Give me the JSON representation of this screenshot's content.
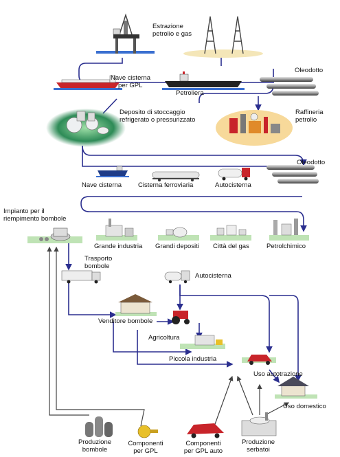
{
  "labels": {
    "estrazione": [
      "Estrazione",
      "petrolio e gas"
    ],
    "nave_cisterna_gpl": [
      "Nave cisterna",
      "per GPL"
    ],
    "petroliera": "Petroliera",
    "oleodotto_1": "Oleodotto",
    "deposito": [
      "Deposito di stoccaggio",
      "refrigerato o pressurizzato"
    ],
    "raffineria": [
      "Raffineria",
      "petrolio"
    ],
    "oleodotto_2": "Oleodotto",
    "nave_cisterna": "Nave cisterna",
    "cisterna_ferroviaria": "Cisterna ferroviaria",
    "autocisterna_1": "Autocisterna",
    "impianto": [
      "Impianto per il",
      "riempimento bombole"
    ],
    "grande_industria": "Grande industria",
    "grandi_depositi": "Grandi depositi",
    "citta_gas": "Città del gas",
    "petrolchimico": "Petrolchimico",
    "trasporto": [
      "Trasporto",
      "bombole"
    ],
    "autocisterna_2": "Autocisterna",
    "venditore": "Venditore bombole",
    "agricoltura": "Agricoltura",
    "piccola_industria": "Piccola industria",
    "uso_autotrazione": "Uso autotrazione",
    "uso_domestico": "Uso domestico",
    "produzione_bombole": [
      "Produzione",
      "bombole"
    ],
    "componenti_gpl": [
      "Componenti",
      "per GPL"
    ],
    "componenti_auto": [
      "Componenti",
      "per GPL auto"
    ],
    "produzione_serbatoi": [
      "Produzione",
      "serbatoi"
    ]
  },
  "colors": {
    "flow_line": "#2b2f8f",
    "supply_line": "#444444",
    "sea": "#3a6fd0",
    "tank_green": "#2e8b57",
    "refinery_orange": "#e08a2a",
    "vehicle_red": "#c8242a"
  },
  "icons": [
    "offshore-platform-icon",
    "drilling-rig-icon",
    "lpg-tanker-ship-icon",
    "oil-tanker-ship-icon",
    "pipeline-icon",
    "storage-tanks-icon",
    "refinery-icon",
    "tanker-ship-icon",
    "rail-tank-car-icon",
    "tanker-truck-icon",
    "bottling-plant-icon",
    "factory-icon",
    "storage-depot-icon",
    "gas-town-icon",
    "petrochemical-plant-icon",
    "cylinder-truck-icon",
    "shop-icon",
    "tractor-icon",
    "workshop-icon",
    "car-icon",
    "house-icon",
    "gas-cylinders-icon",
    "regulator-icon",
    "tank-production-icon"
  ]
}
